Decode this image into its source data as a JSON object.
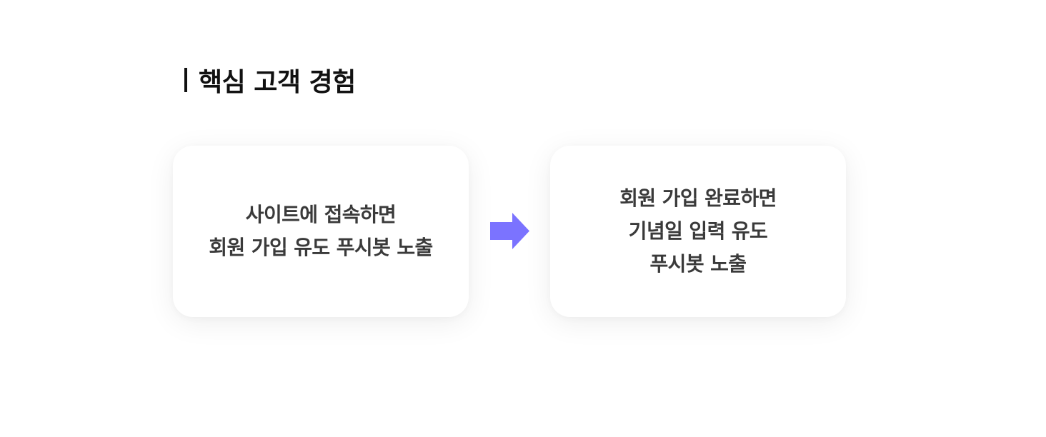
{
  "section": {
    "title": "핵심 고객 경험"
  },
  "steps": [
    {
      "lines": [
        "사이트에 접속하면",
        "회원 가입 유도 푸시봇 노출"
      ]
    },
    {
      "lines": [
        "회원 가입 완료하면",
        "기념일 입력 유도",
        "푸시봇 노출"
      ]
    }
  ],
  "connector": {
    "icon": "arrow-right-icon",
    "color": "#7b73ff"
  },
  "colors": {
    "title": "#111111",
    "card_text": "#3a3a3a",
    "card_bg": "#ffffff",
    "page_bg": "#ffffff"
  }
}
